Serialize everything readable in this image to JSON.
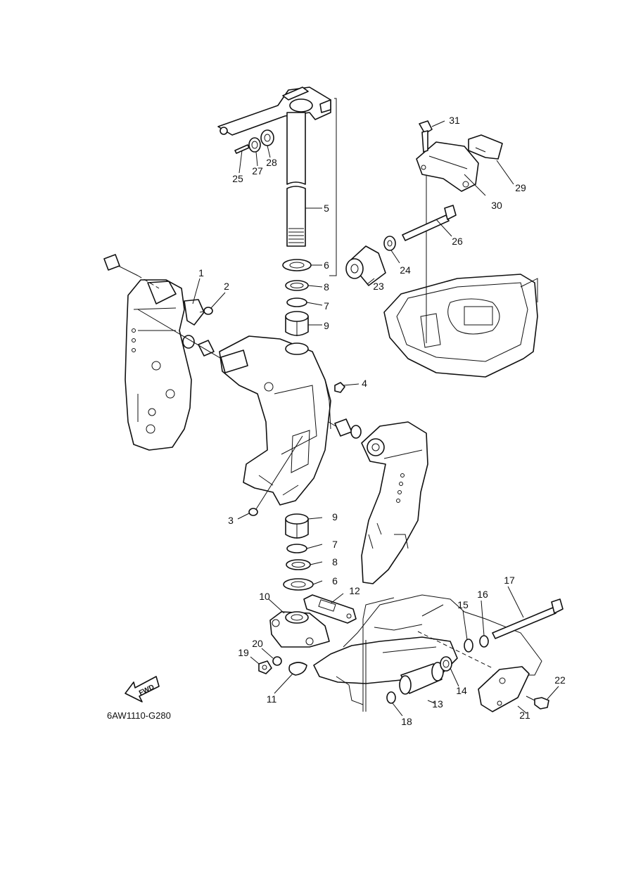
{
  "diagram": {
    "code": "6AW1110-G280",
    "fwd_label": "FWD",
    "callouts": [
      {
        "id": "c1",
        "label": "1"
      },
      {
        "id": "c2",
        "label": "2"
      },
      {
        "id": "c3",
        "label": "3"
      },
      {
        "id": "c4",
        "label": "4"
      },
      {
        "id": "c5",
        "label": "5"
      },
      {
        "id": "c6a",
        "label": "6"
      },
      {
        "id": "c6b",
        "label": "6"
      },
      {
        "id": "c7a",
        "label": "7"
      },
      {
        "id": "c7b",
        "label": "7"
      },
      {
        "id": "c8a",
        "label": "8"
      },
      {
        "id": "c8b",
        "label": "8"
      },
      {
        "id": "c9a",
        "label": "9"
      },
      {
        "id": "c9b",
        "label": "9"
      },
      {
        "id": "c10",
        "label": "10"
      },
      {
        "id": "c11",
        "label": "11"
      },
      {
        "id": "c12",
        "label": "12"
      },
      {
        "id": "c13",
        "label": "13"
      },
      {
        "id": "c14",
        "label": "14"
      },
      {
        "id": "c15",
        "label": "15"
      },
      {
        "id": "c16",
        "label": "16"
      },
      {
        "id": "c17",
        "label": "17"
      },
      {
        "id": "c18",
        "label": "18"
      },
      {
        "id": "c19",
        "label": "19"
      },
      {
        "id": "c20",
        "label": "20"
      },
      {
        "id": "c21",
        "label": "21"
      },
      {
        "id": "c22",
        "label": "22"
      },
      {
        "id": "c23",
        "label": "23"
      },
      {
        "id": "c24",
        "label": "24"
      },
      {
        "id": "c25",
        "label": "25"
      },
      {
        "id": "c26",
        "label": "26"
      },
      {
        "id": "c27",
        "label": "27"
      },
      {
        "id": "c28",
        "label": "28"
      },
      {
        "id": "c29",
        "label": "29"
      },
      {
        "id": "c30",
        "label": "30"
      },
      {
        "id": "c31",
        "label": "31"
      }
    ]
  }
}
